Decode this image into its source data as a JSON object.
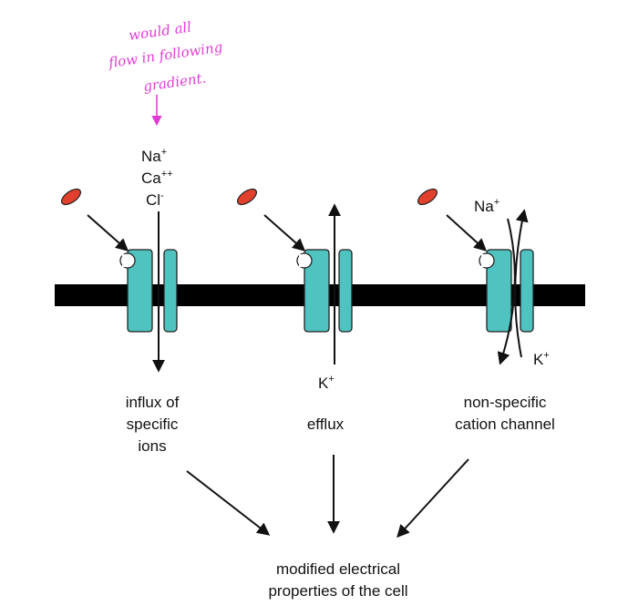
{
  "annotation": {
    "lines": [
      "would all",
      "flow in following",
      "gradient."
    ]
  },
  "channel_1": {
    "ions": [
      {
        "base": "Na",
        "charge": "+"
      },
      {
        "base": "Ca",
        "charge": "++"
      },
      {
        "base": "Cl",
        "charge": "-"
      }
    ],
    "caption": [
      "influx of",
      "specific",
      "ions"
    ]
  },
  "channel_2": {
    "ion": {
      "base": "K",
      "charge": "+"
    },
    "caption": [
      "efflux"
    ]
  },
  "channel_3": {
    "ion_in": {
      "base": "Na",
      "charge": "+"
    },
    "ion_out": {
      "base": "K",
      "charge": "+"
    },
    "caption": [
      "non-specific",
      "cation channel"
    ]
  },
  "outcome": {
    "lines": [
      "modified electrical",
      "properties of the cell"
    ]
  },
  "colors": {
    "membrane": "#000000",
    "channel": "#4fc3c0",
    "ligand": "#e0402c",
    "annotation": "#e23ad6"
  }
}
